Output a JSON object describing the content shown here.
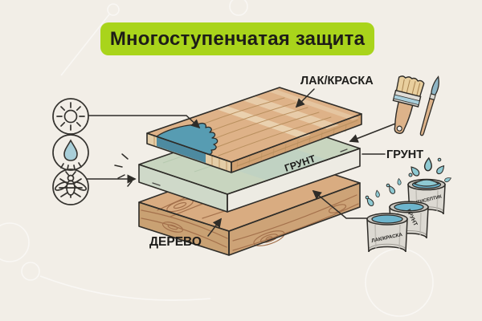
{
  "title": "Многоступенчатая защита",
  "diagram": {
    "layers": [
      {
        "id": "varnish",
        "label": "ЛАК/КРАСКА"
      },
      {
        "id": "primer",
        "label": "ГРУНТ",
        "side_label": "ГРУНТ"
      },
      {
        "id": "wood",
        "label": "ДЕРЕВО"
      }
    ],
    "hazard_icons": [
      {
        "name": "sun-icon"
      },
      {
        "name": "water-drop-icon"
      },
      {
        "name": "insect-icon"
      }
    ]
  },
  "cans": [
    {
      "label": "ЛАК/КРАСКА"
    },
    {
      "label": "ГРУНТ"
    },
    {
      "label": "АНТИСЕПТИК"
    }
  ],
  "colors": {
    "background": "#f2eee7",
    "badge": "#a9d41b",
    "badge_text": "#1d1c18",
    "outline": "#2e2c28",
    "wood": "#d9ac81",
    "wood_grain": "#a4714c",
    "primer_top": "#c8d5bf",
    "primer_side": "#edebe3",
    "paint_blue": "#579cb2",
    "splash_blue": "#8ec9d2",
    "can_paint": "#6db4cc"
  }
}
